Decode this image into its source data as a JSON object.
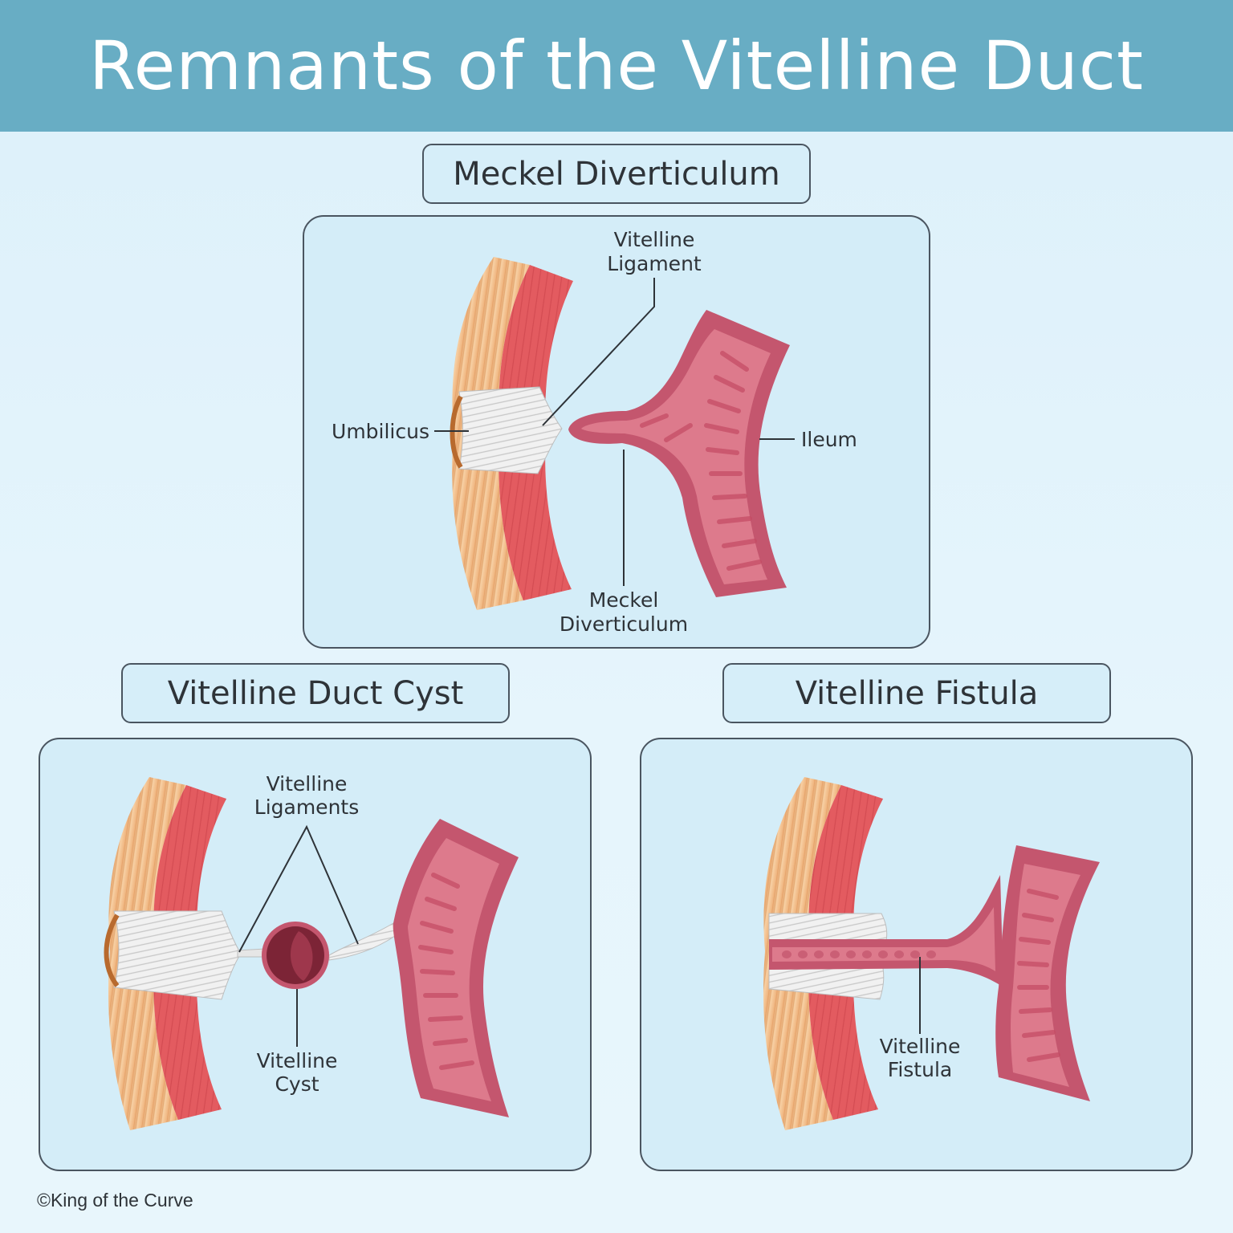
{
  "title": "Remnants of the Vitelline Duct",
  "sections": {
    "meckel": {
      "title": "Meckel Diverticulum",
      "labels": {
        "vitelline_ligament": [
          "Vitelline",
          "Ligament"
        ],
        "umbilicus": "Umbilicus",
        "ileum": "Ileum",
        "meckel_diverticulum": [
          "Meckel",
          "Diverticulum"
        ]
      }
    },
    "cyst": {
      "title": "Vitelline Duct Cyst",
      "labels": {
        "vitelline_ligaments": [
          "Vitelline",
          "Ligaments"
        ],
        "vitelline_cyst": [
          "Vitelline",
          "Cyst"
        ]
      }
    },
    "fistula": {
      "title": "Vitelline Fistula",
      "labels": {
        "vitelline_fistula": [
          "Vitelline",
          "Fistula"
        ]
      }
    }
  },
  "copyright": "©King of the Curve",
  "colors": {
    "header": "#68adc4",
    "panel": "#d4edf8",
    "fat": "#f2c394",
    "muscle": "#e25a5e",
    "ileum": "#c4566e",
    "ileum_inner": "#dd7a8c",
    "ligament": "#eeeeee",
    "cyst": "#7c2436"
  }
}
